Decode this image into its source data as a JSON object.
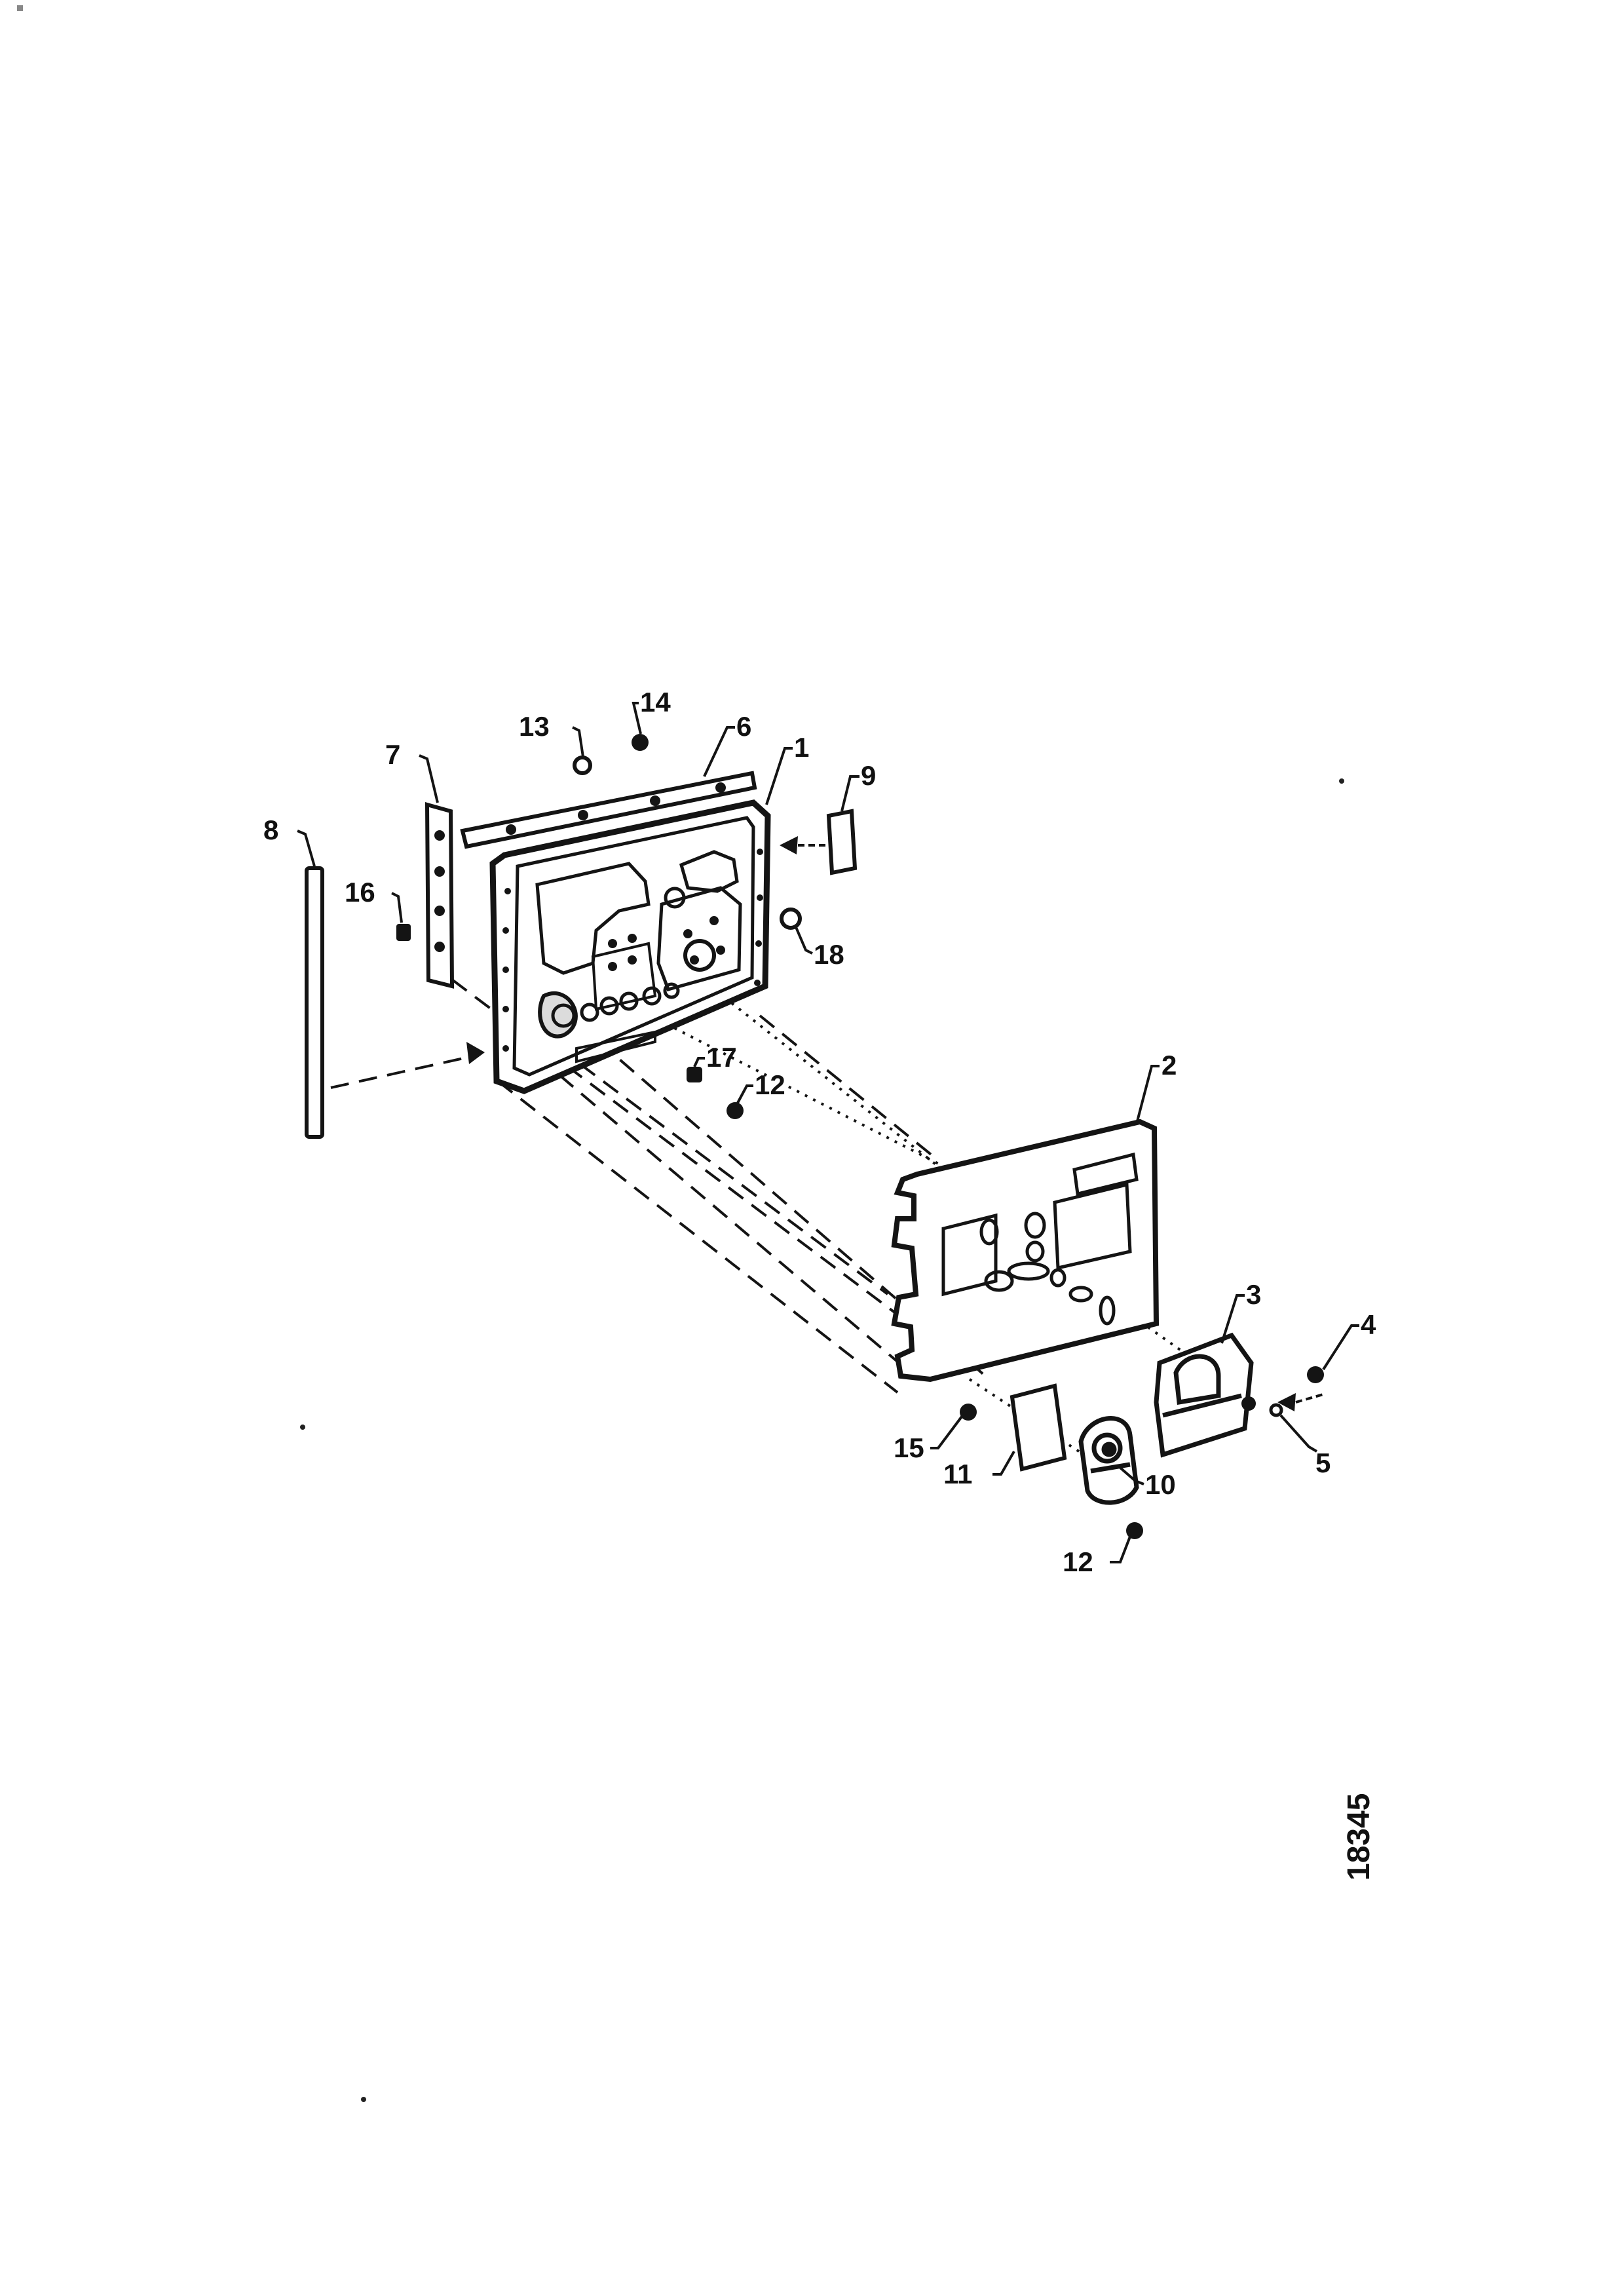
{
  "figure": {
    "number": "18345"
  },
  "callouts": {
    "c1": "1",
    "c2": "2",
    "c3": "3",
    "c4": "4",
    "c5": "5",
    "c6": "6",
    "c7": "7",
    "c8": "8",
    "c9": "9",
    "c10": "10",
    "c11": "11",
    "c12a": "12",
    "c12b": "12",
    "c13": "13",
    "c14": "14",
    "c15": "15",
    "c16": "16",
    "c17": "17",
    "c18": "18"
  }
}
